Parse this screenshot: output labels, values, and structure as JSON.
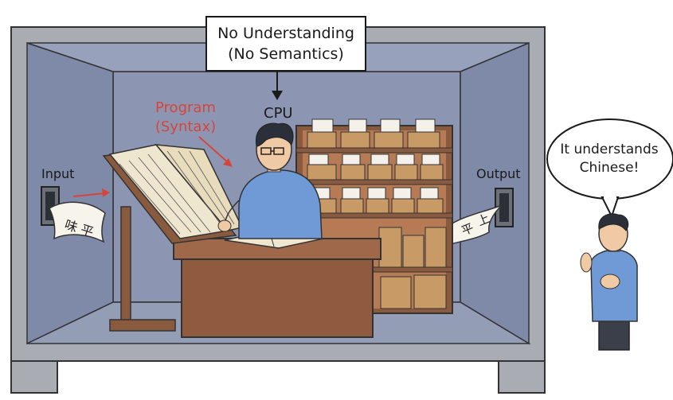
{
  "callout": {
    "line1": "No Understanding",
    "line2": "(No Semantics)"
  },
  "cpu_label": "CPU",
  "program_label": {
    "line1": "Program",
    "line2": "(Syntax)"
  },
  "input_label": "Input",
  "output_label": "Output",
  "speech_bubble": {
    "line1": "It understands",
    "line2": "Chinese!"
  },
  "paper_characters": [
    "味",
    "平",
    "上"
  ],
  "colors": {
    "room_frame": "#a9acb3",
    "room_wall": "#7f8aa8",
    "room_back_wall": "#8c96b3",
    "wood": "#a0684a",
    "book_page": "#efe6cf",
    "shirt": "#6f9ad6",
    "program_text": "#d6453a",
    "box_cardboard": "#c89a66"
  }
}
